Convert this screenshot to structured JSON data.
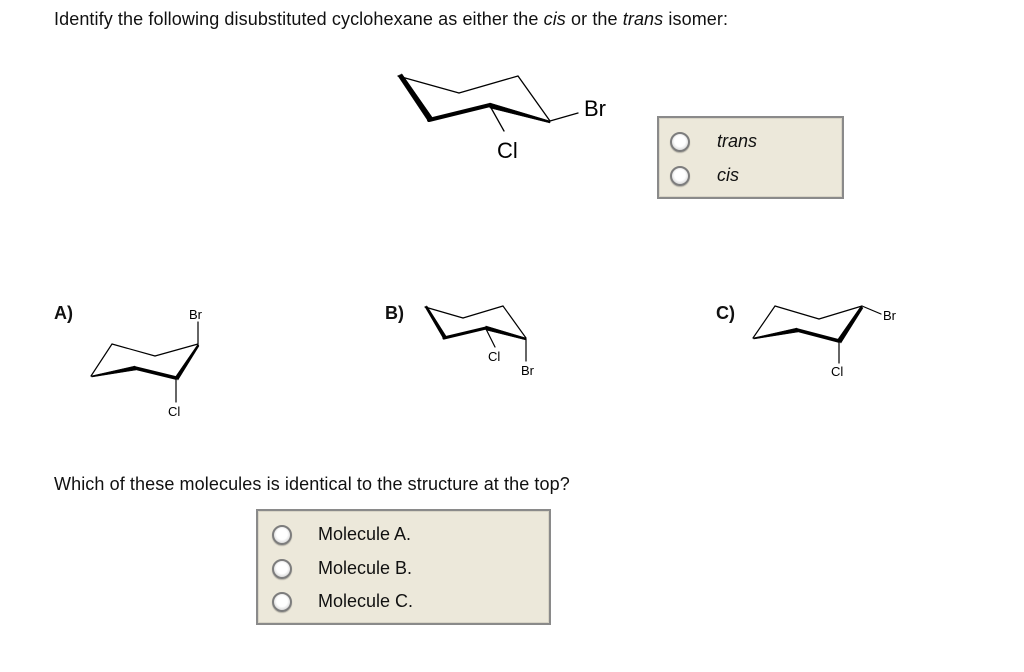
{
  "question1": {
    "prefix": "Identify the following disubstituted cyclohexane as either the ",
    "cis_word": "cis",
    "middle": " or the ",
    "trans_word": "trans",
    "suffix": " isomer:"
  },
  "top_structure": {
    "substituent_1": "Br",
    "substituent_2": "Cl"
  },
  "isomer_options": [
    {
      "label": "trans",
      "selected": false
    },
    {
      "label": "cis",
      "selected": false
    }
  ],
  "molecules": [
    {
      "letter": "A)",
      "top": "Br",
      "bottom": "Cl"
    },
    {
      "letter": "B)",
      "sub_1": "Cl",
      "sub_2": "Br"
    },
    {
      "letter": "C)",
      "right": "Br",
      "bottom": "Cl"
    }
  ],
  "question2": {
    "text": "Which of these molecules is identical to the structure at the top?"
  },
  "molecule_options": [
    {
      "label": "Molecule A.",
      "selected": false
    },
    {
      "label": "Molecule B.",
      "selected": false
    },
    {
      "label": "Molecule C.",
      "selected": false
    }
  ],
  "colors": {
    "box_bg": "#ece8da",
    "box_border": "#8a8a8a",
    "text": "#111111"
  }
}
